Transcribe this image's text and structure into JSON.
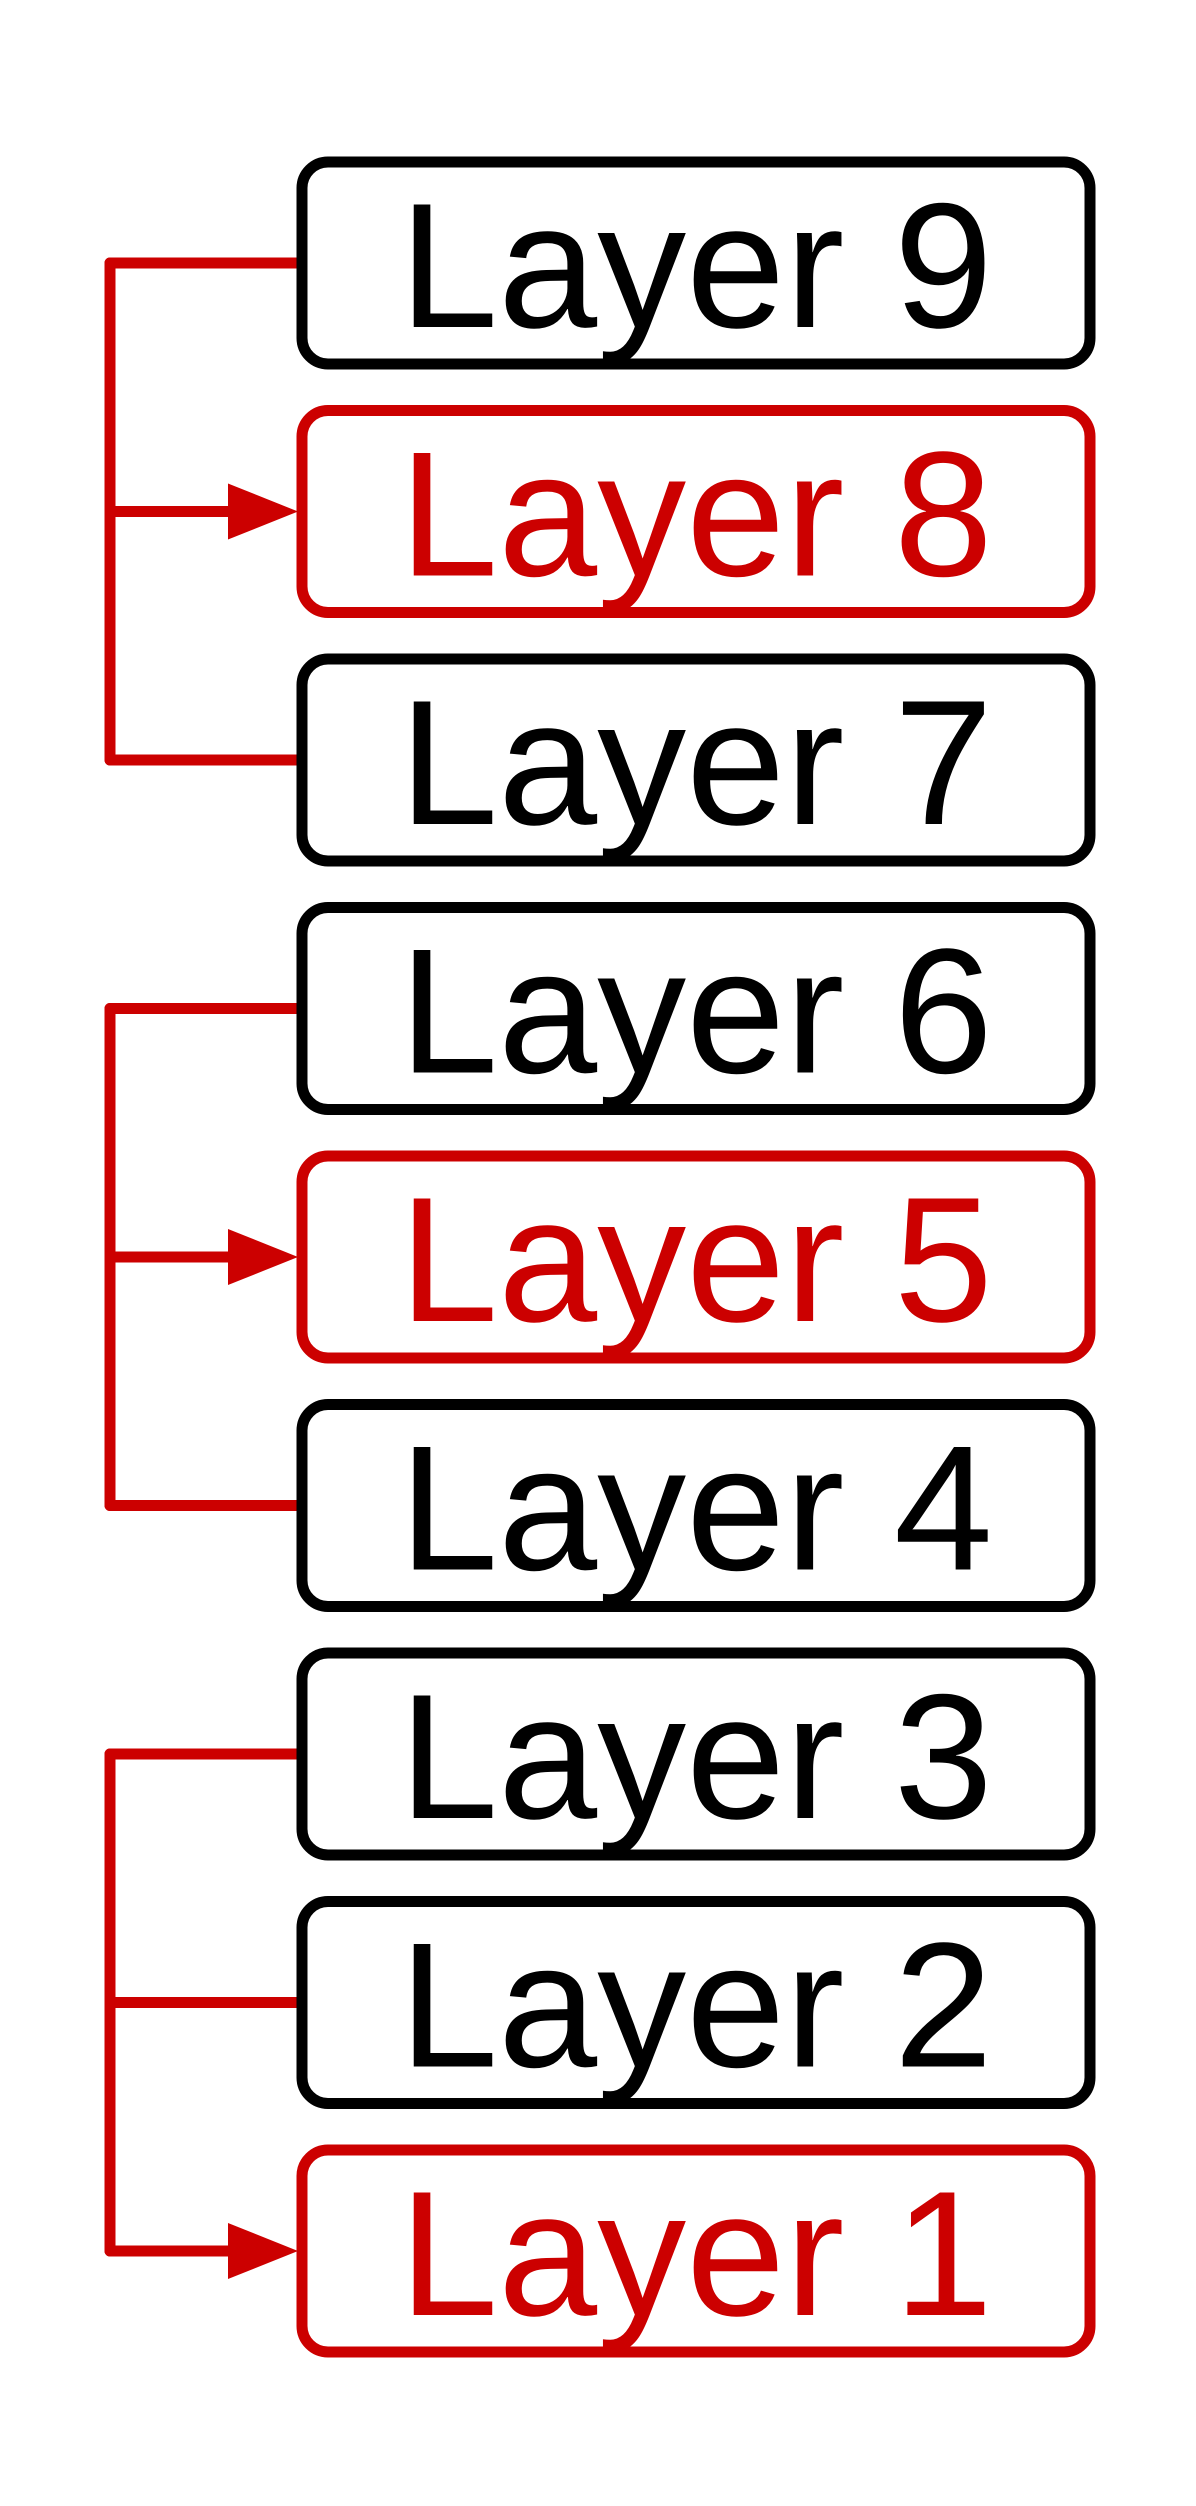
{
  "layers": [
    {
      "label": "Layer 9",
      "highlighted": false
    },
    {
      "label": "Layer 8",
      "highlighted": true
    },
    {
      "label": "Layer 7",
      "highlighted": false
    },
    {
      "label": "Layer 6",
      "highlighted": false
    },
    {
      "label": "Layer 5",
      "highlighted": true
    },
    {
      "label": "Layer 4",
      "highlighted": false
    },
    {
      "label": "Layer 3",
      "highlighted": false
    },
    {
      "label": "Layer 2",
      "highlighted": false
    },
    {
      "label": "Layer 1",
      "highlighted": true
    }
  ],
  "groups": [
    {
      "sources": [
        "Layer 9",
        "Layer 7"
      ],
      "target": "Layer 8"
    },
    {
      "sources": [
        "Layer 6",
        "Layer 4"
      ],
      "target": "Layer 5"
    },
    {
      "sources": [
        "Layer 3",
        "Layer 2"
      ],
      "target": "Layer 1"
    }
  ],
  "colors": {
    "normal": "#000000",
    "highlight": "#cc0000",
    "connector": "#cc0000",
    "background": "#ffffff"
  }
}
